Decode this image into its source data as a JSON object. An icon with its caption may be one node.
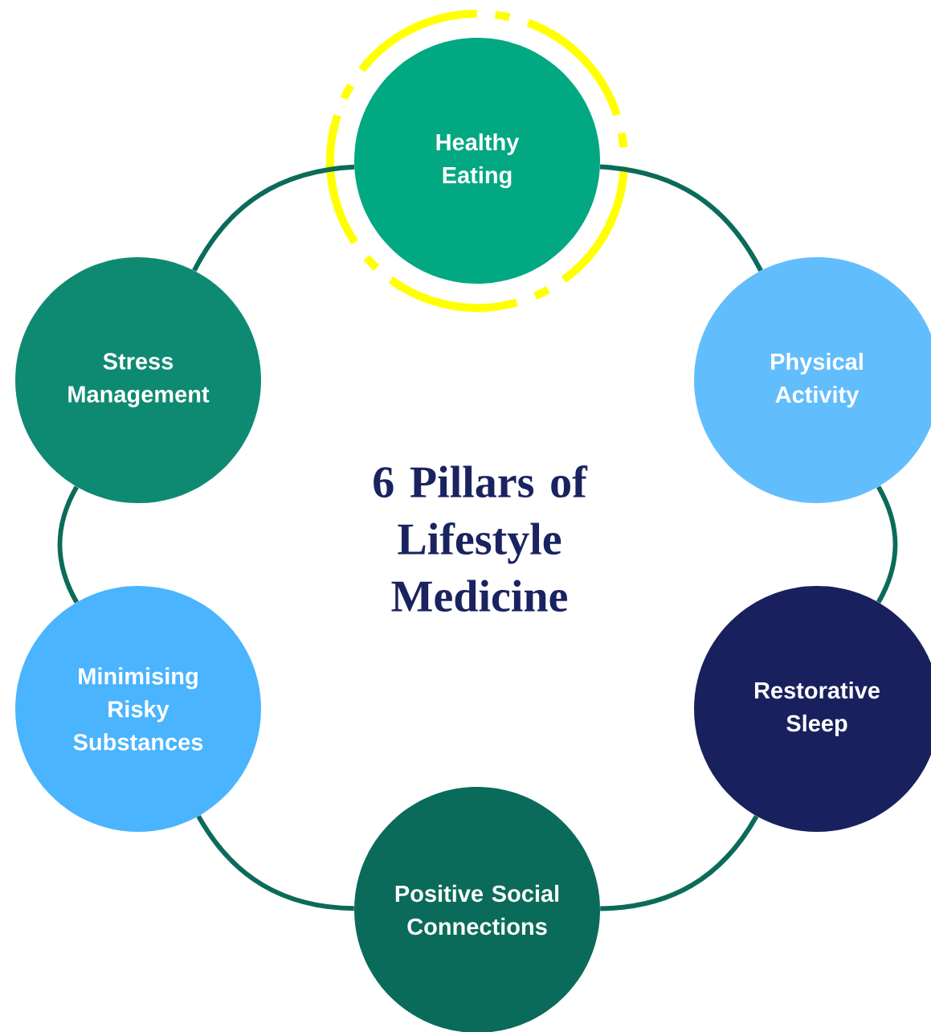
{
  "diagram": {
    "title": "6 Pillars of Lifestyle Medicine",
    "nodes": [
      {
        "text": [
          "Healthy Eating"
        ]
      },
      {
        "text": [
          "Stress Management"
        ]
      },
      {
        "text": [
          "Physical Activity"
        ]
      },
      {
        "text": [
          "Minimising Risky Substances"
        ]
      },
      {
        "text": [
          "Restorative Sleep"
        ]
      },
      {
        "text": [
          "Positive Social Connections"
        ]
      }
    ],
    "edges": [
      {
        "from": 0,
        "to": 2,
        "arrow": "none"
      },
      {
        "from": 2,
        "to": 4,
        "arrow": "none"
      },
      {
        "from": 4,
        "to": 5,
        "arrow": "none"
      },
      {
        "from": 5,
        "to": 3,
        "arrow": "none"
      },
      {
        "from": 3,
        "to": 1,
        "arrow": "none"
      },
      {
        "from": 1,
        "to": 0,
        "arrow": "none"
      }
    ]
  }
}
